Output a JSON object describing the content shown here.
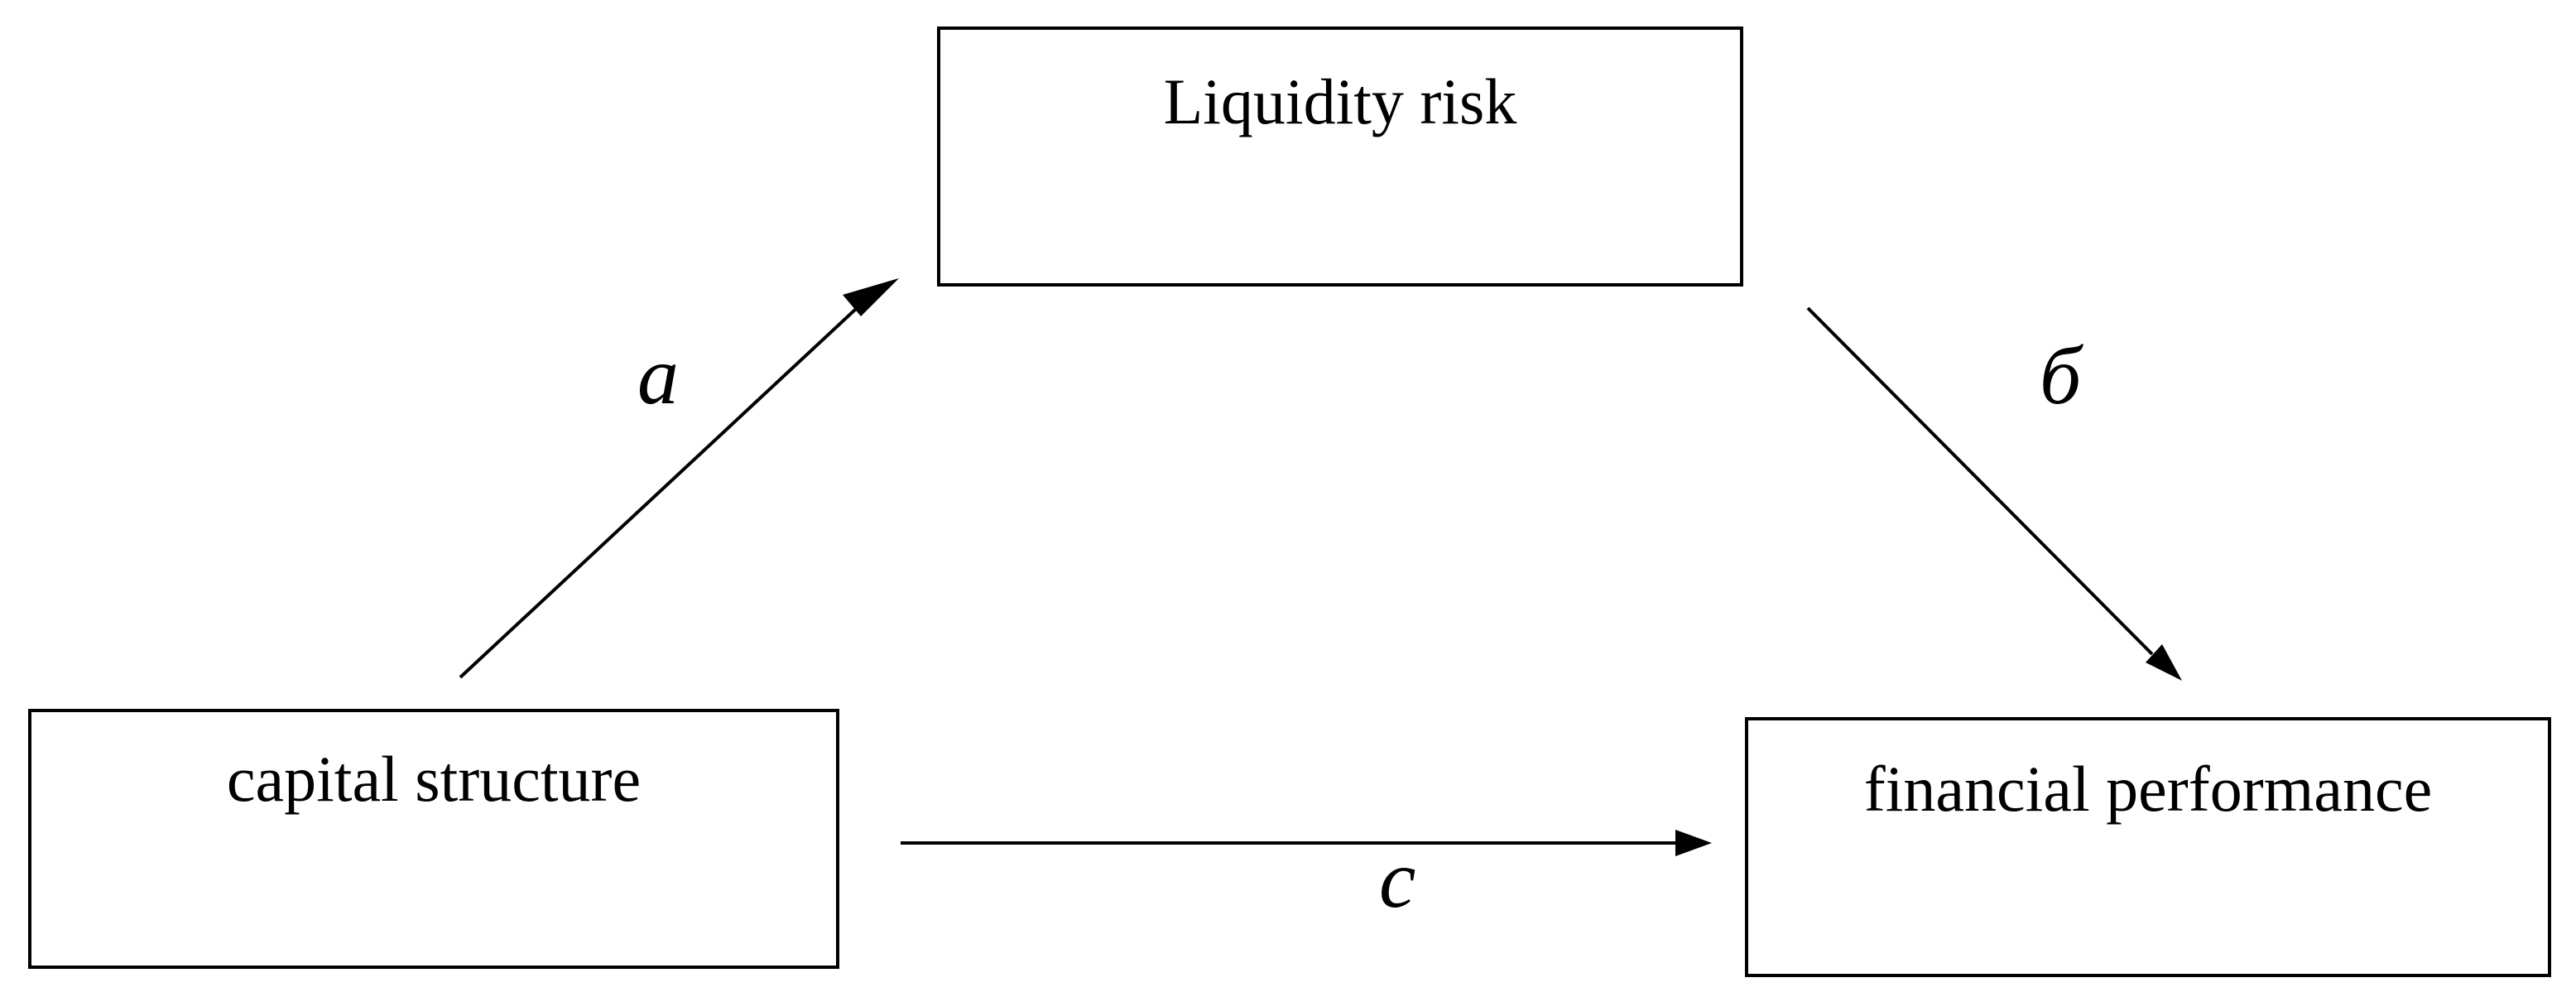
{
  "diagram": {
    "nodes": {
      "liquidity_risk": "Liquidity risk",
      "capital_structure": "capital structure",
      "financial_performance": "financial performance"
    },
    "paths": {
      "a": "a",
      "b": "б",
      "c": "c"
    },
    "edges": [
      {
        "from": "capital structure",
        "to": "Liquidity risk",
        "label": "a"
      },
      {
        "from": "Liquidity risk",
        "to": "financial performance",
        "label": "б"
      },
      {
        "from": "capital structure",
        "to": "financial performance",
        "label": "c"
      }
    ],
    "colors": {
      "line": "#000000",
      "background": "#ffffff"
    }
  }
}
